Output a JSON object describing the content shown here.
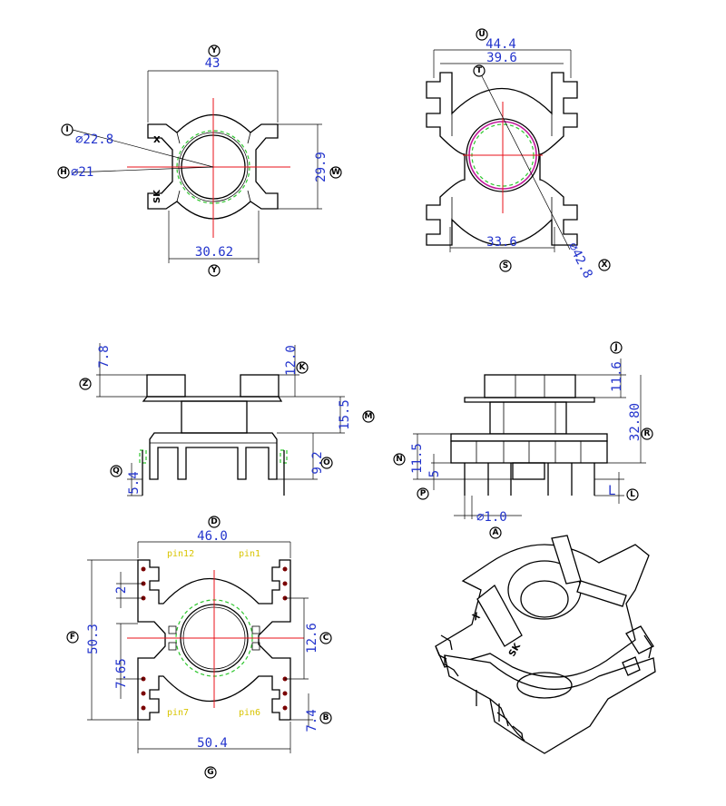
{
  "top_left_view": {
    "dim_width": "43",
    "dim_bottom": "30.62",
    "dim_height": "29.9",
    "dia_outer": "⌀22.8",
    "dia_inner": "⌀21",
    "mark_x": "X",
    "mark_sk": "SK",
    "badge_top": "Y",
    "badge_bottom": "Y",
    "badge_right": "W",
    "badge_outer": "I",
    "badge_inner": "H"
  },
  "top_right_view": {
    "dim_outer": "44.4",
    "dim_inner": "39.6",
    "dim_bottom": "33.6",
    "dia_diag": "⌀42.8",
    "badge_top": "U",
    "badge_inner": "T",
    "badge_bottom": "S",
    "badge_diag": "X"
  },
  "side_left_view": {
    "dim_top_height": "7.8",
    "dim_flange_height": "12.0",
    "dim_winding": "15.5",
    "dim_base": "9.2",
    "dim_pin": "5.4",
    "badge_z": "Z",
    "badge_k": "K",
    "badge_m": "M",
    "badge_o": "O",
    "badge_q": "Q"
  },
  "side_right_view": {
    "dim_top": "11.6",
    "dim_total": "32.80",
    "dim_base": "11.5",
    "dim_pin": "5",
    "dim_pin_dia": "⌀1.0",
    "dim_l": "L",
    "badge_j": "J",
    "badge_r": "R",
    "badge_n": "N",
    "badge_p": "P",
    "badge_l": "L",
    "badge_a": "A"
  },
  "bottom_view": {
    "dim_top": "46.0",
    "dim_bottom": "50.4",
    "dim_height": "50.3",
    "dim_pitch": "2",
    "dim_row": "7.65",
    "dim_gap": "12.6",
    "dim_right": "7.4",
    "pin12": "pin12",
    "pin1": "pin1",
    "pin7": "pin7",
    "pin6": "pin6",
    "badge_d": "D",
    "badge_f": "F",
    "badge_c": "C",
    "badge_b": "B",
    "badge_g": "G"
  },
  "iso_view": {
    "mark_x": "X",
    "mark_sk": "SK"
  },
  "colors": {
    "dimension_text": "#2233cc",
    "centerline": "#e8101a",
    "inner_dashed": "#2cc62c",
    "pin_label": "#d8c400",
    "pin_hole": "#7a0000",
    "bore": "#c0189a"
  }
}
